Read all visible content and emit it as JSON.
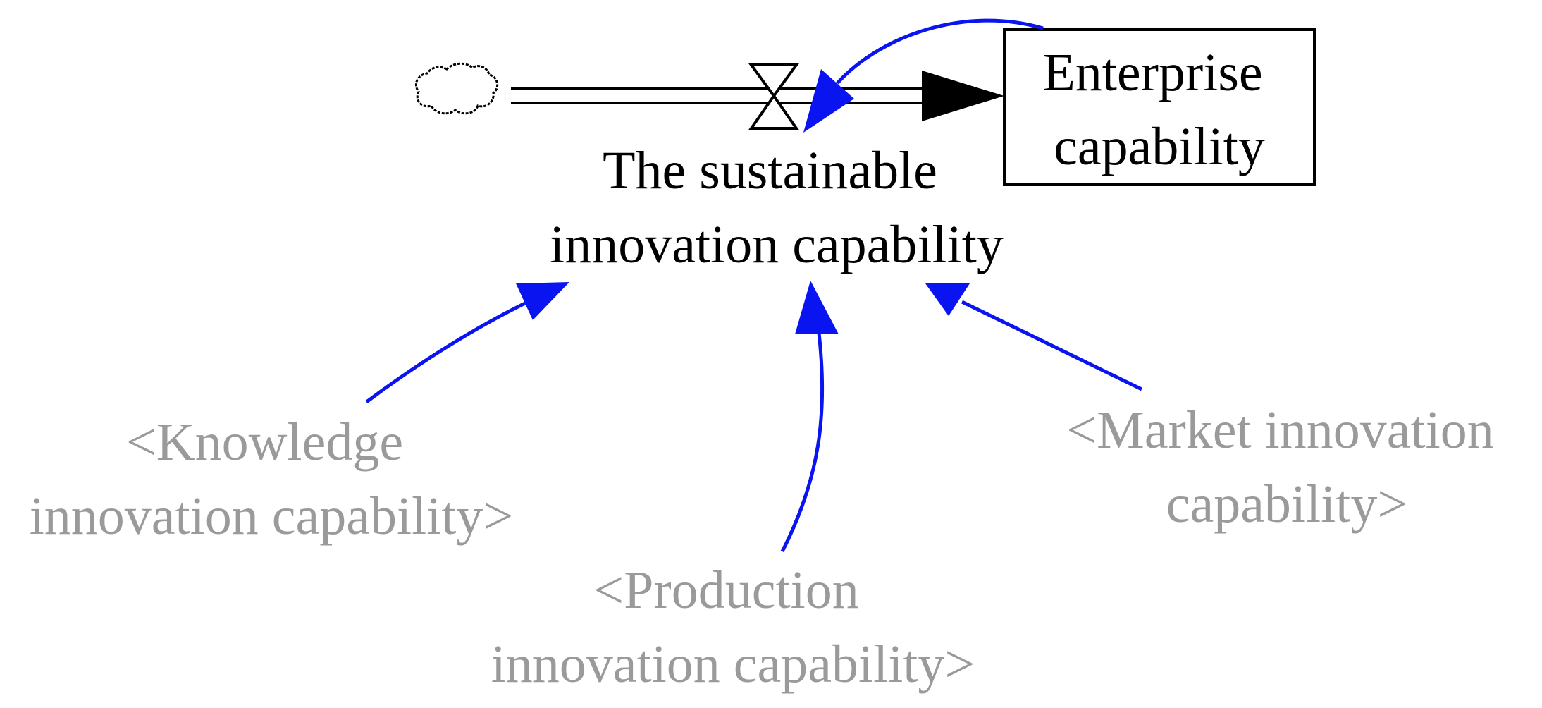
{
  "stock": {
    "line1": "Enterprise",
    "line2": "capability"
  },
  "flow": {
    "line1": "The sustainable",
    "line2": "innovation capability"
  },
  "shadows": {
    "knowledge": {
      "line1": "<Knowledge",
      "line2": "innovation capability>"
    },
    "production": {
      "line1": "<Production",
      "line2": "innovation capability>"
    },
    "market": {
      "line1": "<Market innovation",
      "line2": "capability>"
    }
  },
  "colors": {
    "link": "#0a14f0",
    "shadow_text": "#9a9a9a",
    "ink": "#000000"
  },
  "icons": {
    "source": "cloud-icon",
    "valve": "valve-icon"
  }
}
